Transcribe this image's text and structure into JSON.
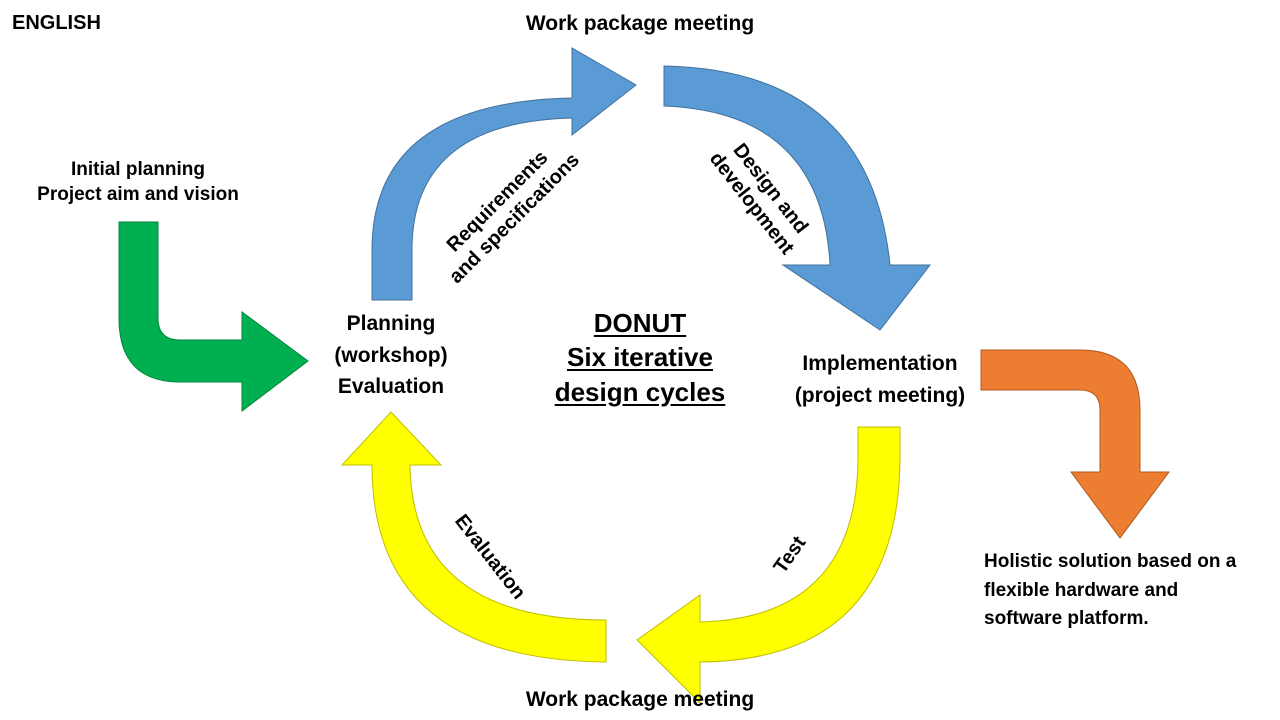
{
  "language_label": "ENGLISH",
  "title": [
    "DONUT",
    "Six iterative",
    "design cycles"
  ],
  "nodes": {
    "top_meeting": "Work package meeting",
    "bottom_meeting": "Work package meeting",
    "planning": [
      "Planning",
      "(workshop)",
      "Evaluation"
    ],
    "implementation": [
      "Implementation",
      "(project meeting)"
    ],
    "initial": [
      "Initial planning",
      "Project aim and vision"
    ],
    "outcome": [
      "Holistic solution based on a",
      "flexible hardware and",
      "software platform."
    ]
  },
  "arrows": {
    "requirements": [
      "Requirements",
      "and specifications"
    ],
    "design": [
      "Design and",
      "development"
    ],
    "test": "Test",
    "evaluation": "Evaluation"
  },
  "colors": {
    "blue": "#5B9BD5",
    "yellow": "#FFFF00",
    "green": "#00B050",
    "orange": "#ED7D31",
    "outline": "#41719C"
  }
}
